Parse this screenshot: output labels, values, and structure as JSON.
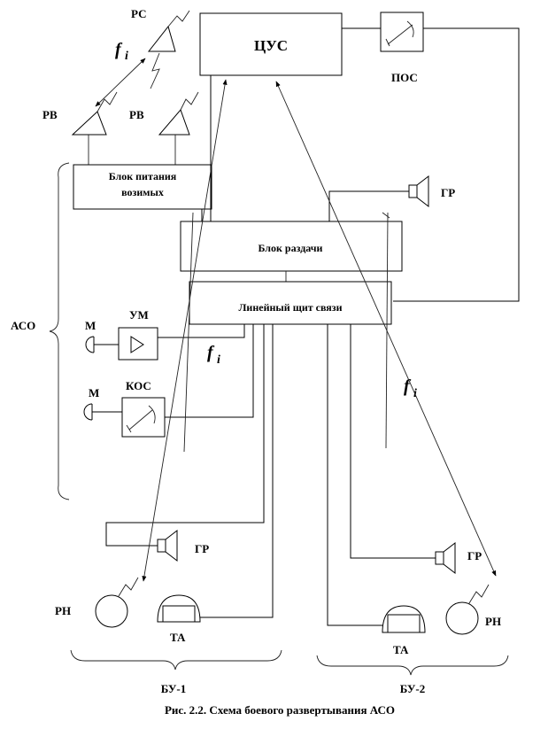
{
  "labels": {
    "rs": "РС",
    "fi_top": "f",
    "fi_sub": "i",
    "cus": "ЦУС",
    "pos": "ПОС",
    "rv_left": "РВ",
    "rv_right": "РВ",
    "power_block_line1": "Блок питания",
    "power_block_line2": "возимых",
    "gr_top": "ГР",
    "distribution_block": "Блок раздачи",
    "aso": "АСО",
    "line_panel": "Линейный щит связи",
    "m1": "М",
    "um": "УМ",
    "fi_mid": "f",
    "m2": "М",
    "kos": "КОС",
    "fi_right": "f",
    "gr_bu1": "ГР",
    "gr_bu2": "ГР",
    "rn_bu1": "РН",
    "ta_bu1": "ТА",
    "ta_bu2": "ТА",
    "rn_bu2": "РН",
    "bu1": "БУ-1",
    "bu2": "БУ-2",
    "caption": "Рис. 2.2. Схема боевого развертывания АСО"
  }
}
